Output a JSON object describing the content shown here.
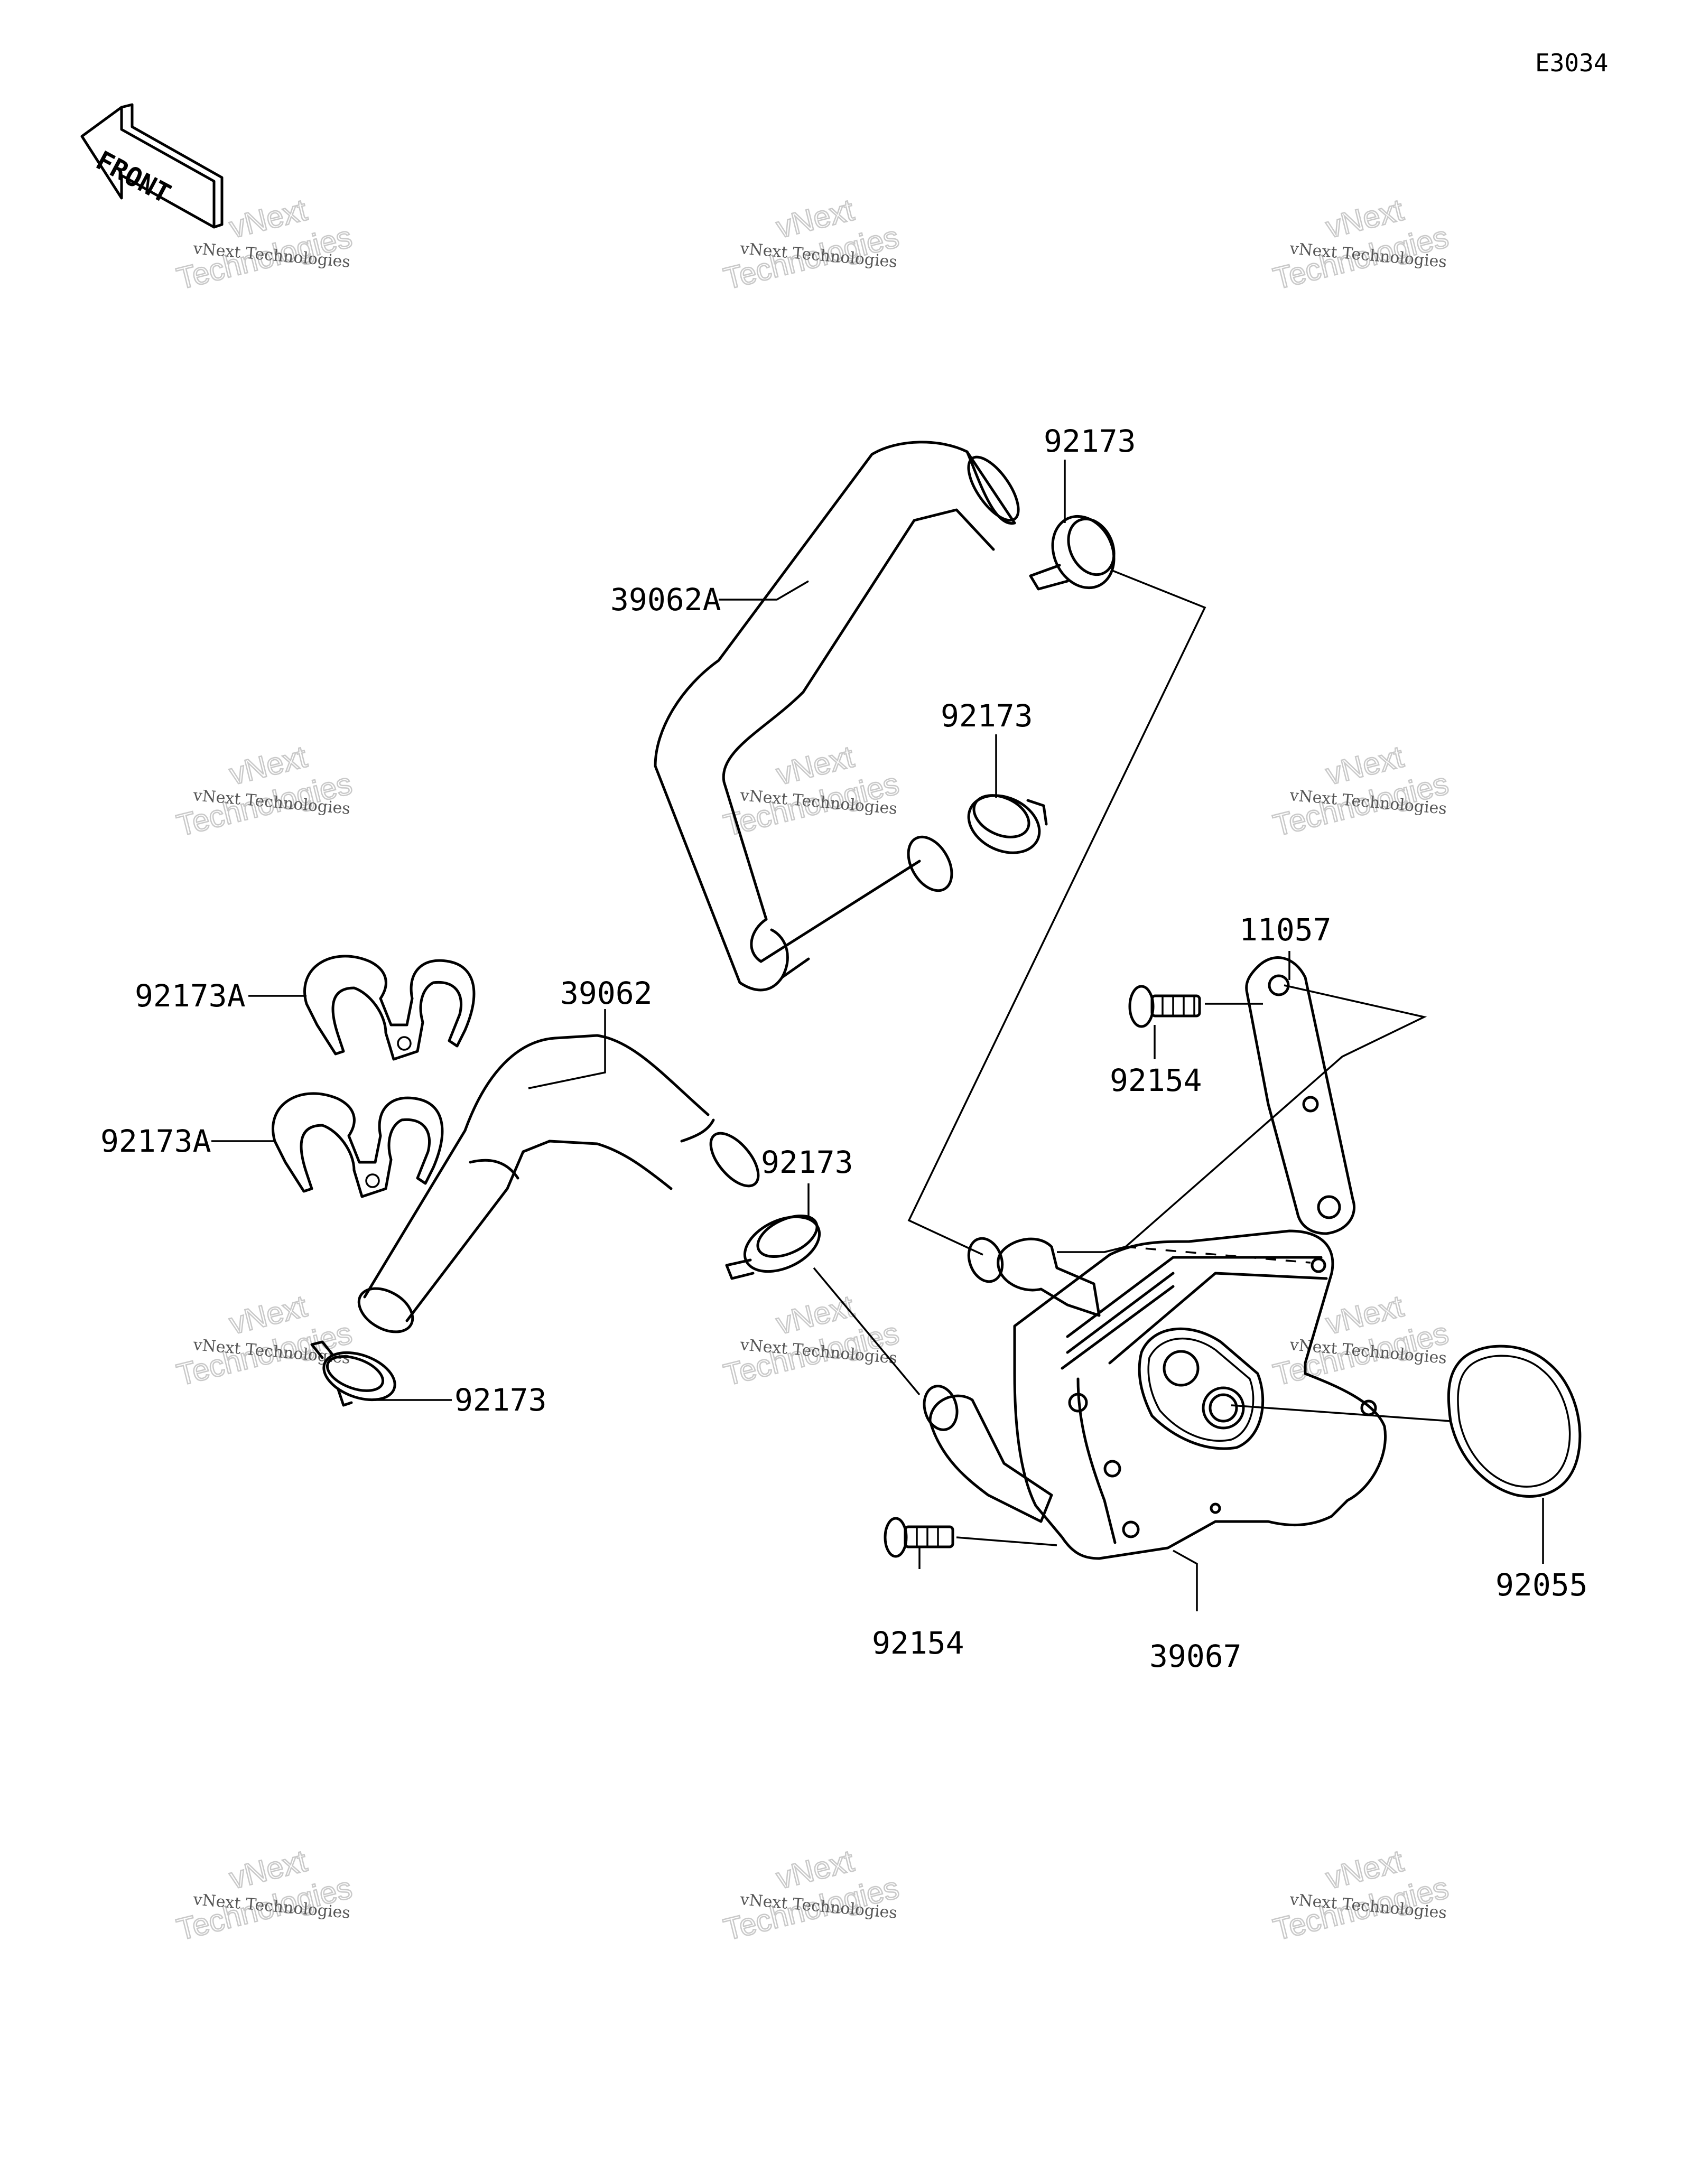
{
  "diagram_code": "E3034",
  "front_label": "FRONT",
  "watermark": {
    "line1": "vNext Technologies",
    "line2": "Technologies",
    "line3": "vNext"
  },
  "labels": {
    "hose_upper": "39062A",
    "clamp_upper_right": "92173",
    "clamp_upper_mid": "92173",
    "holder_a1": "92173A",
    "holder_a2": "92173A",
    "hose_lower": "39062",
    "clamp_lower_mid": "92173",
    "clamp_lower_left": "92173",
    "bracket": "11057",
    "bolt_upper": "92154",
    "bolt_lower": "92154",
    "cooler": "39067",
    "gasket": "92055"
  }
}
